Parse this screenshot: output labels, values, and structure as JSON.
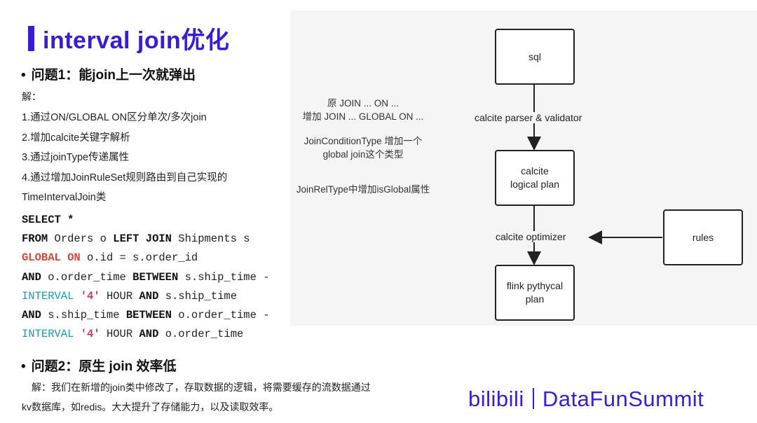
{
  "title": "interval join优化",
  "question1": "问题1：能join上一次就弹出",
  "jie": "解：",
  "steps": [
    "1.通过ON/GLOBAL ON区分单次/多次join",
    "2.增加calcite关键字解析",
    "3.通过joinType传递属性",
    "4.通过增加JoinRuleSet规则路由到自己实现的",
    "TimeIntervalJoin类"
  ],
  "sql": {
    "select": "SELECT",
    "star": "*",
    "from": "FROM",
    "orders": "Orders o",
    "left_join": "LEFT JOIN",
    "shipments": "Shipments s",
    "global": "GLOBAL",
    "on": "ON",
    "cond1": "o.id = s.order_id",
    "and": "AND",
    "cond2a": "o.order_time",
    "between": "BETWEEN",
    "cond2b": "s.ship_time -",
    "interval": "INTERVAL",
    "four": "'4'",
    "hour": "HOUR",
    "cond2c": "s.ship_time",
    "cond3a": "s.ship_time",
    "cond3b": "o.order_time -",
    "cond3c": "o.order_time"
  },
  "question2": "问题2：原生 join 效率低",
  "explanation": [
    "解：我们在新增的join类中修改了，存取数据的逻辑，将需要缓存的流数据通过",
    "kv数据库，如redis。大大提升了存储能力，以及读取效率。"
  ],
  "diagram": {
    "notes": [
      {
        "lines": [
          "原 JOIN ... ON ...",
          "增加 JOIN ... GLOBAL ON ..."
        ]
      },
      {
        "lines": [
          "JoinConditionType 增加一个",
          "global join这个类型"
        ]
      },
      {
        "lines": [
          "JoinRelType中增加isGlobal属性"
        ]
      }
    ],
    "boxes": {
      "sql": "sql",
      "logical": [
        "calcite",
        "logical plan"
      ],
      "physical": [
        "flink pythycal",
        "plan"
      ],
      "rules": "rules"
    },
    "edges": {
      "parser": "calcite parser & validator",
      "optimizer": "calcite optimizer"
    }
  },
  "footer": {
    "left": "bilibili",
    "right": "DataFunSummit"
  }
}
